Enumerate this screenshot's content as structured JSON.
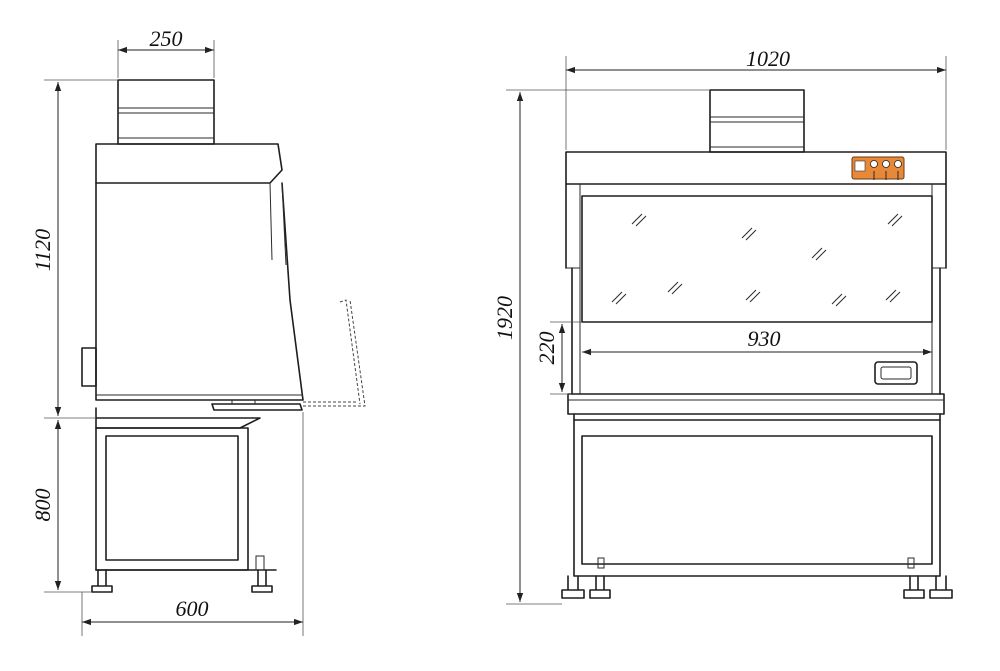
{
  "dimensions": {
    "side_duct_width": "250",
    "side_upper_height": "1120",
    "side_base_height": "800",
    "side_depth": "600",
    "front_width": "1020",
    "front_total_height": "1920",
    "front_sash_opening": "220",
    "front_inner_width": "930"
  },
  "colors": {
    "line": "#1e1e1e",
    "control_panel": "#e8893a",
    "background": "#ffffff"
  }
}
